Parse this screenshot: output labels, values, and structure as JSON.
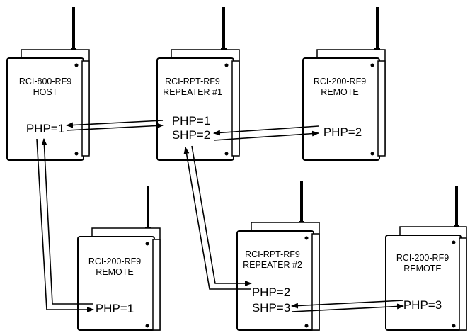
{
  "devices": [
    {
      "id": "host",
      "model": "RCI-800-RF9",
      "role": "HOST",
      "ports": [
        {
          "label": "PHP=1"
        }
      ]
    },
    {
      "id": "rep1",
      "model": "RCI-RPT-RF9",
      "role": "REPEATER #1",
      "ports": [
        {
          "label": "PHP=1"
        },
        {
          "label": "SHP=2"
        }
      ]
    },
    {
      "id": "rem1",
      "model": "RCI-200-RF9",
      "role": "REMOTE",
      "ports": [
        {
          "label": "PHP=2"
        }
      ]
    },
    {
      "id": "rem2",
      "model": "RCI-200-RF9",
      "role": "REMOTE",
      "ports": [
        {
          "label": "PHP=1"
        }
      ]
    },
    {
      "id": "rep2",
      "model": "RCI-RPT-RF9",
      "role": "REPEATER #2",
      "ports": [
        {
          "label": "PHP=2"
        },
        {
          "label": "SHP=3"
        }
      ]
    },
    {
      "id": "rem3",
      "model": "RCI-200-RF9",
      "role": "REMOTE",
      "ports": [
        {
          "label": "PHP=3"
        }
      ]
    }
  ],
  "links": [
    {
      "from": "host.PHP=1",
      "to": "rep1.PHP=1"
    },
    {
      "from": "rep1.SHP=2",
      "to": "rem1.PHP=2"
    },
    {
      "from": "host.PHP=1",
      "to": "rem2.PHP=1"
    },
    {
      "from": "rep1.SHP=2",
      "to": "rep2.PHP=2"
    },
    {
      "from": "rep2.SHP=3",
      "to": "rem3.PHP=3"
    }
  ]
}
